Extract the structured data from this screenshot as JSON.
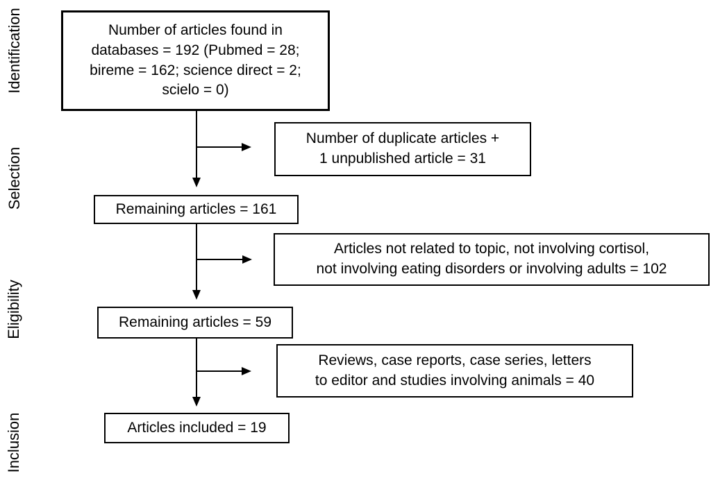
{
  "diagram": {
    "type": "prisma-flow",
    "colors": {
      "background": "#ffffff",
      "line": "#000000",
      "text": "#000000"
    },
    "stages": {
      "identification": "Identification",
      "selection": "Selection",
      "eligibility": "Eligibility",
      "inclusion": "Inclusion"
    },
    "boxes": {
      "found": {
        "lines": [
          "Number of articles found in",
          "databases = 192 (Pubmed = 28;",
          "bireme = 162; science direct = 2;",
          "scielo = 0)"
        ],
        "value": 192
      },
      "duplicates": {
        "lines": [
          "Number of duplicate articles +",
          "1 unpublished article = 31"
        ],
        "value": 31
      },
      "remaining_161": {
        "lines": [
          "Remaining articles = 161"
        ],
        "value": 161
      },
      "not_related": {
        "lines": [
          "Articles not related to topic, not involving cortisol,",
          "not involving eating disorders or involving adults = 102"
        ],
        "value": 102
      },
      "remaining_59": {
        "lines": [
          "Remaining articles = 59"
        ],
        "value": 59
      },
      "reviews_excluded": {
        "lines": [
          "Reviews, case reports, case series, letters",
          "to editor and studies involving animals = 40"
        ],
        "value": 40
      },
      "included": {
        "lines": [
          "Articles included = 19"
        ],
        "value": 19
      }
    }
  }
}
